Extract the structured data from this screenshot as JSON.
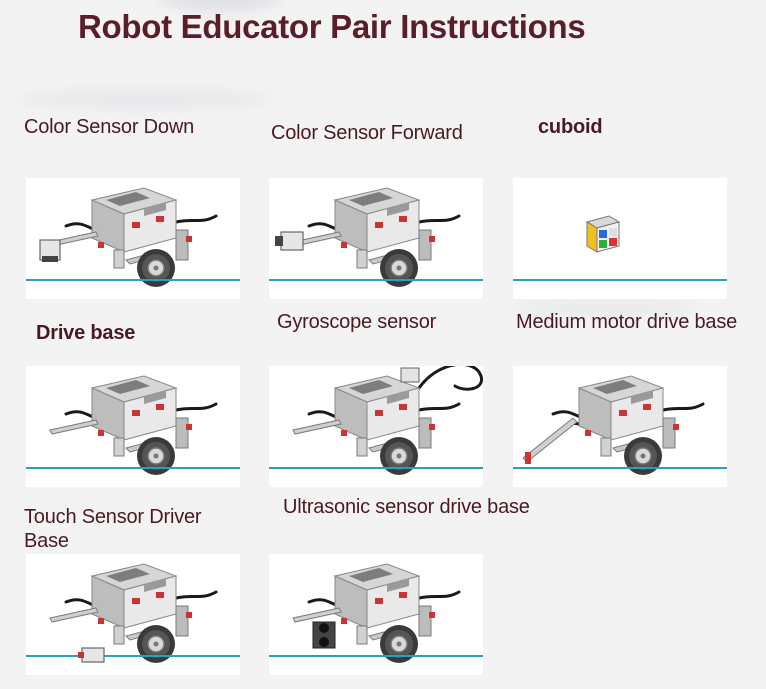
{
  "page": {
    "title": "Robot Educator Pair Instructions"
  },
  "models": [
    {
      "label": "Color Sensor Down",
      "variant": "color-down"
    },
    {
      "label": "Color Sensor Forward",
      "variant": "color-forward"
    },
    {
      "label": "cuboid",
      "variant": "cuboid"
    },
    {
      "label": "Drive base",
      "variant": "drive"
    },
    {
      "label": "Gyroscope sensor",
      "variant": "gyro"
    },
    {
      "label": "Medium motor drive base",
      "variant": "medium"
    },
    {
      "label": "Touch Sensor Driver Base",
      "variant": "touch"
    },
    {
      "label": "Ultrasonic sensor drive base",
      "variant": "ultrasonic"
    }
  ],
  "colors": {
    "title": "#5a1e2a",
    "label": "#4a1a22",
    "floor_line": "#2c9fbf",
    "background": "#f3f3f3"
  }
}
